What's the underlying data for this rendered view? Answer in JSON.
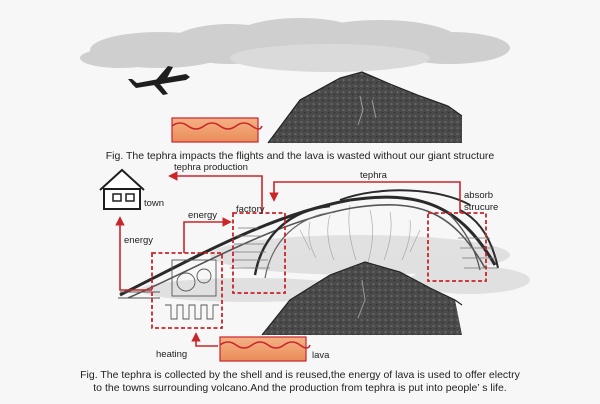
{
  "figure_top": {
    "caption": "Fig. The tephra impacts the flights and the lava is wasted without our giant structure"
  },
  "figure_bottom": {
    "labels": {
      "tephra_production": "tephra production",
      "tephra": "tephra",
      "town": "town",
      "absorb": "absorb",
      "structure": "strucure",
      "factory": "factory",
      "energy_left": "energy",
      "energy_mid": "energy",
      "heating": "heating",
      "lava": "lava"
    },
    "caption_line1": "Fig. The tephra is collected by the shell and is reused,the energy of lava is used to offer electry",
    "caption_line2": "to the towns surrounding volcano.And the production from tephra is put into people’ s life."
  },
  "colors": {
    "accent_red": "#c8262b",
    "lava_orange": "#f4a36e",
    "rock_dark": "#3a3a3a"
  }
}
